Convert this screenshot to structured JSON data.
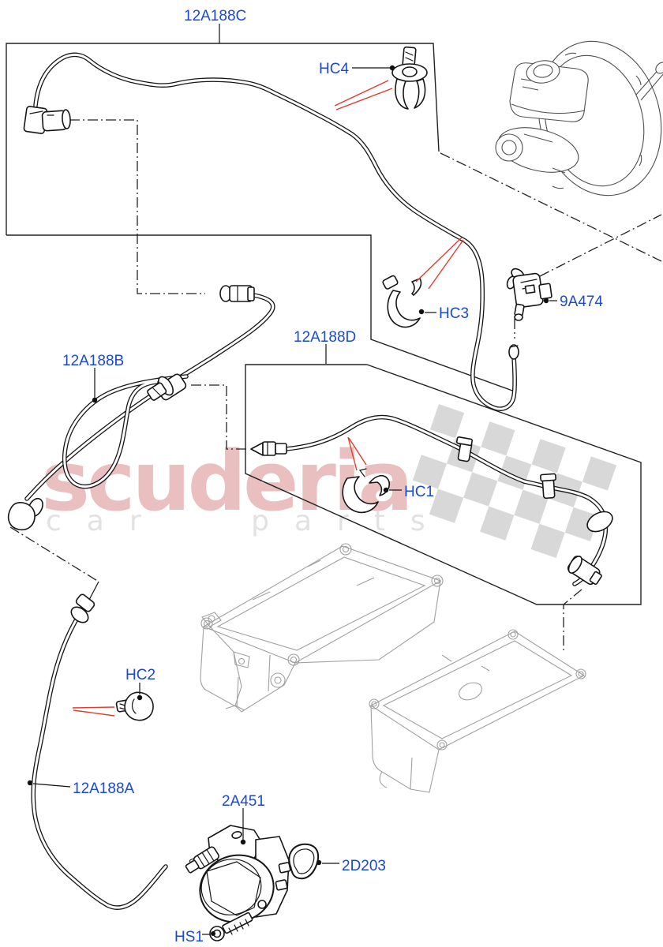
{
  "diagram": {
    "watermark": {
      "brand": "scuderia",
      "tagline": "car parts"
    },
    "labels": {
      "hose_c": "12A188C",
      "clip_hc4": "HC4",
      "valve": "9A474",
      "clip_hc3": "HC3",
      "hose_d": "12A188D",
      "hose_b": "12A188B",
      "clip_hc1": "HC1",
      "clip_hc2": "HC2",
      "hose_a": "12A188A",
      "pump": "2A451",
      "gasket": "2D203",
      "bolt": "HS1"
    },
    "colors": {
      "label_blue": "#1b49d4",
      "arrow_red": "#e23b2e",
      "line_black": "#161616",
      "reference_gray": "#a0a0a0",
      "booster_gray": "#4f4f4f",
      "watermark_pink": "#eabfbf",
      "watermark_gray": "#e2e2e2",
      "checker_gray": "#d8d8d8"
    }
  }
}
